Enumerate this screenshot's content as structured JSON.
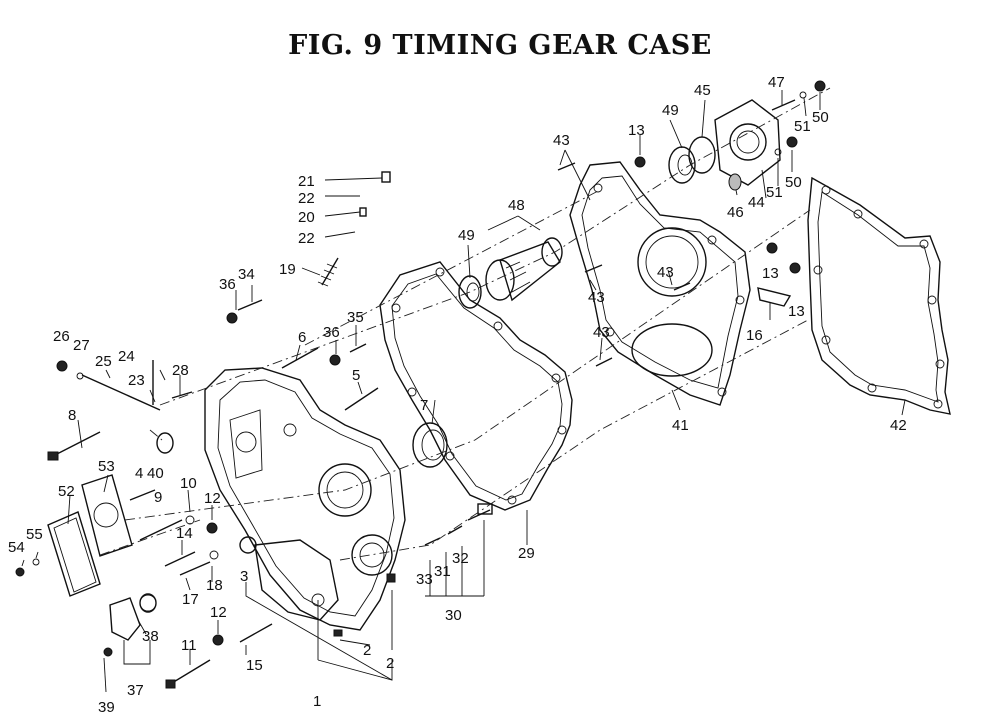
{
  "diagram": {
    "title": "FIG.  9  TIMING GEAR CASE",
    "callouts": {
      "c1": "1",
      "c2a": "2",
      "c2b": "2",
      "c3": "3",
      "c4": "4",
      "c5": "5",
      "c6": "6",
      "c7": "7",
      "c8": "8",
      "c9": "9",
      "c10": "10",
      "c11": "11",
      "c12a": "12",
      "c12b": "12",
      "c13a": "13",
      "c13b": "13",
      "c13c": "13",
      "c14": "14",
      "c15": "15",
      "c16": "16",
      "c17": "17",
      "c18": "18",
      "c19": "19",
      "c20": "20",
      "c21": "21",
      "c22a": "22",
      "c22b": "22",
      "c23": "23",
      "c24": "24",
      "c25": "25",
      "c26": "26",
      "c27": "27",
      "c28": "28",
      "c29": "29",
      "c30": "30",
      "c31": "31",
      "c32": "32",
      "c33": "33",
      "c34": "34",
      "c35": "35",
      "c36a": "36",
      "c36b": "36",
      "c37": "37",
      "c38": "38",
      "c39": "39",
      "c40": "40",
      "c41": "41",
      "c42": "42",
      "c43a": "43",
      "c43b": "43",
      "c43c": "43",
      "c43d": "43",
      "c44": "44",
      "c45": "45",
      "c46": "46",
      "c47": "47",
      "c48": "48",
      "c49a": "49",
      "c49b": "49",
      "c50a": "50",
      "c50b": "50",
      "c51a": "51",
      "c51b": "51",
      "c52": "52",
      "c53": "53",
      "c54": "54",
      "c55": "55"
    }
  }
}
